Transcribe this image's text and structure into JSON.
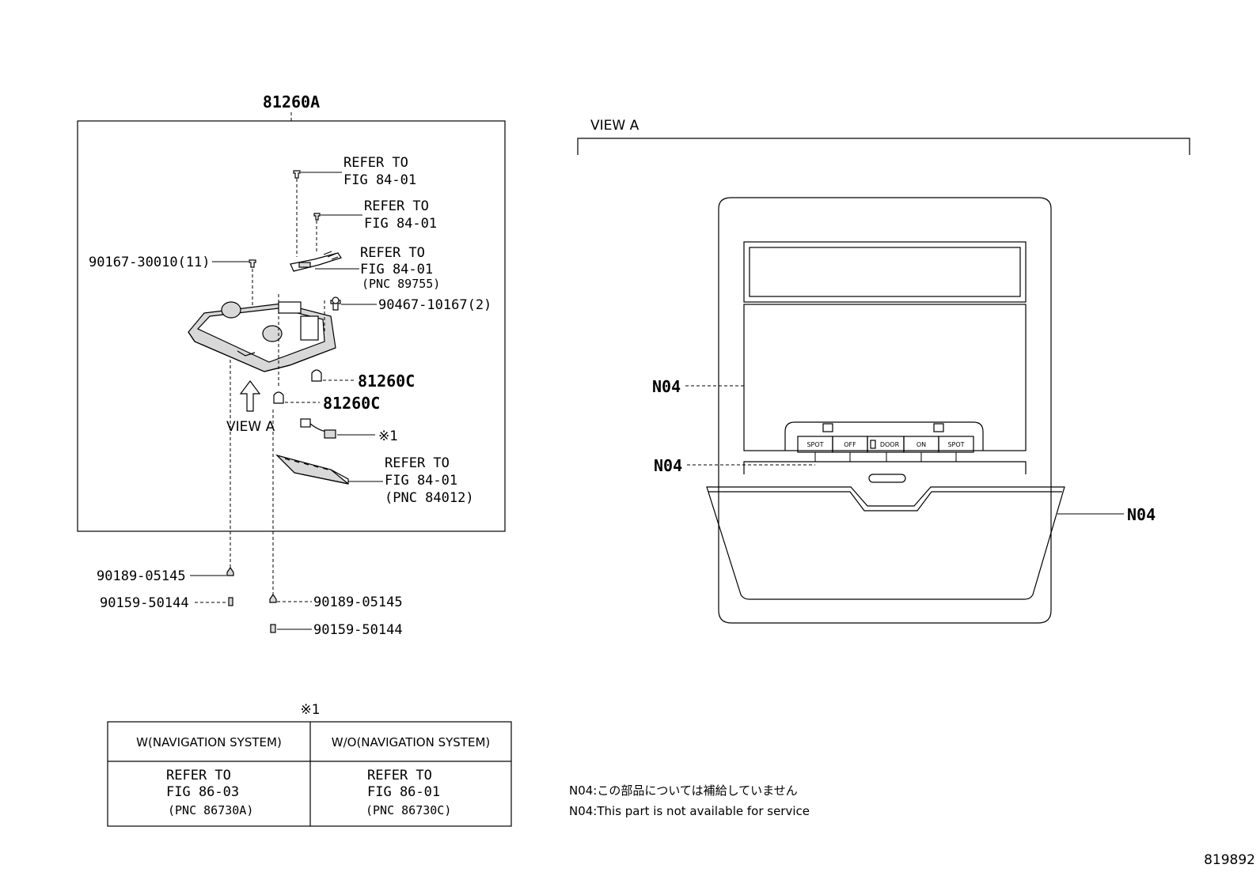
{
  "left_diagram": {
    "assembly_label": "81260A",
    "refer_1": {
      "line1": "REFER TO",
      "line2": "FIG 84-01"
    },
    "refer_2": {
      "line1": "REFER TO",
      "line2": "FIG 84-01"
    },
    "refer_3": {
      "line1": "REFER TO",
      "line2": "FIG 84-01",
      "line3": "(PNC 89755)"
    },
    "refer_4": {
      "line1": "REFER TO",
      "line2": "FIG 84-01",
      "line3": "(PNC 84012)"
    },
    "part_screw_top": "90167-30010(11)",
    "part_clip": "90467-10167(2)",
    "part_bulb_1": "81260C",
    "part_bulb_2": "81260C",
    "view_arrow_label": "VIEW A",
    "note_ref": "※1",
    "part_nut_left": "90189-05145",
    "part_screw_left": "90159-50144",
    "part_nut_right": "90189-05145",
    "part_screw_right": "90159-50144"
  },
  "right_diagram": {
    "view_title": "VIEW A",
    "n04_a": "N04",
    "n04_b": "N04",
    "n04_c": "N04",
    "buttons": [
      "SPOT",
      "OFF",
      "DOOR",
      "ON",
      "SPOT"
    ]
  },
  "note_table": {
    "marker": "※1",
    "headers": [
      "W(NAVIGATION SYSTEM)",
      "W/O(NAVIGATION SYSTEM)"
    ],
    "cells": [
      {
        "line1": "REFER TO",
        "line2": "FIG 86-03",
        "line3": "(PNC 86730A)"
      },
      {
        "line1": "REFER TO",
        "line2": "FIG 86-01",
        "line3": "(PNC 86730C)"
      }
    ]
  },
  "notes": {
    "jp": "N04:この部品については補給していません",
    "en": "N04:This part is not available for service"
  },
  "figure_number": "819892"
}
